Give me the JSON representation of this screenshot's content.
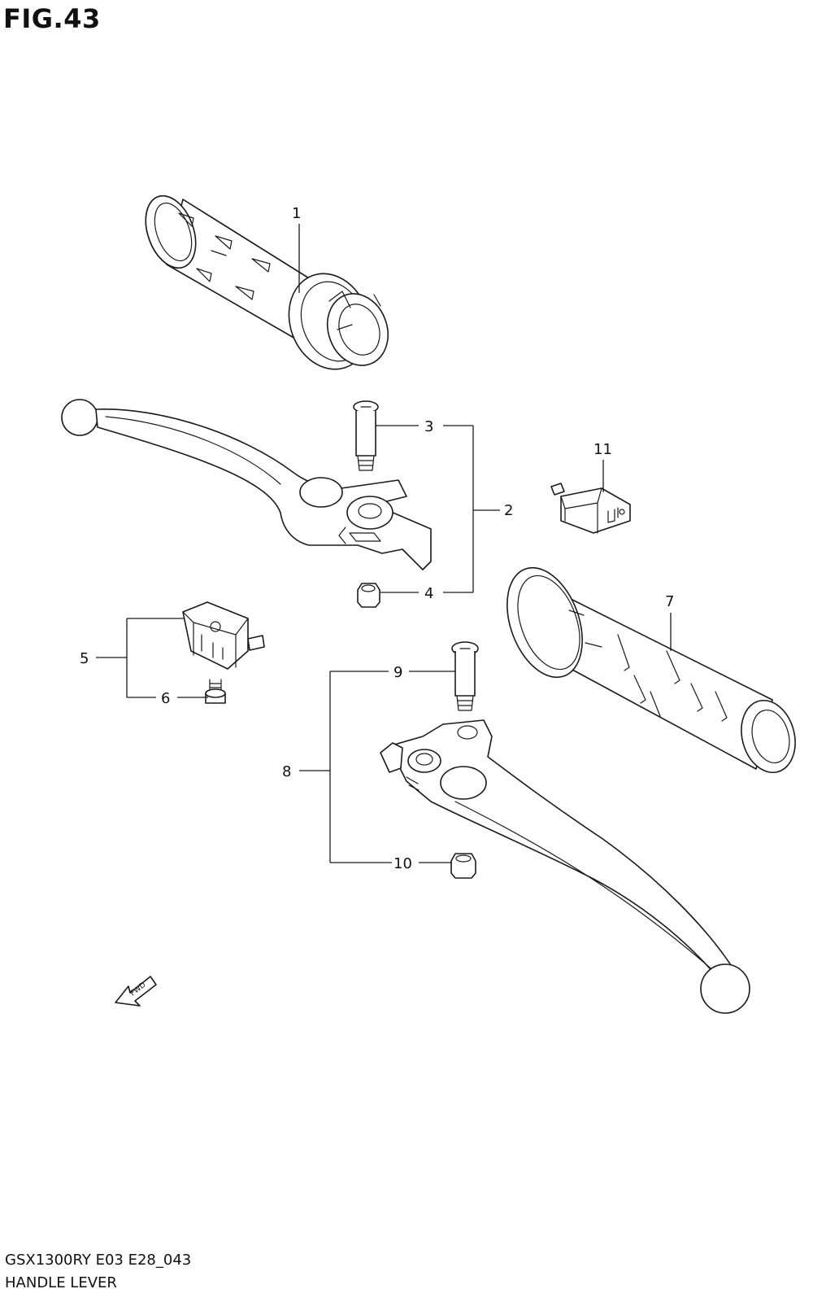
{
  "figure": {
    "title": "FIG.43",
    "model_code": "GSX1300RY E03 E28_043",
    "section_name": "HANDLE LEVER",
    "fwd_label": "FWD"
  },
  "callouts": [
    "1",
    "2",
    "3",
    "4",
    "5",
    "6",
    "7",
    "8",
    "9",
    "10",
    "11"
  ]
}
